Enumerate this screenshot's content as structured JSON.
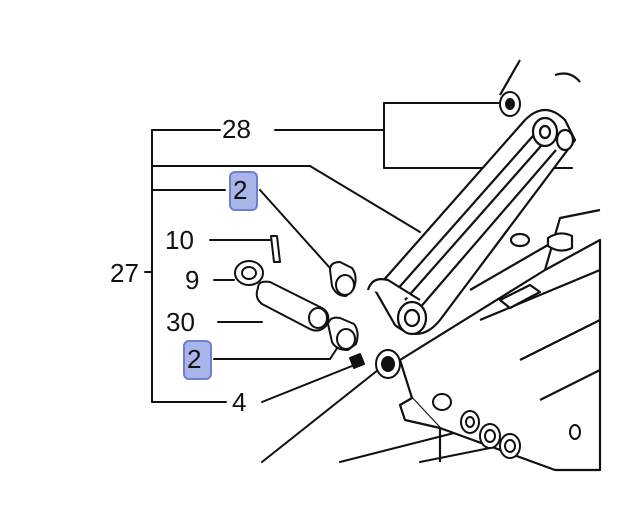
{
  "diagram": {
    "callouts": [
      {
        "id": "c28",
        "text": "28",
        "highlighted": false
      },
      {
        "id": "c2a",
        "text": "2",
        "highlighted": true
      },
      {
        "id": "c10",
        "text": "10",
        "highlighted": false
      },
      {
        "id": "c27",
        "text": "27",
        "highlighted": false
      },
      {
        "id": "c9",
        "text": "9",
        "highlighted": false
      },
      {
        "id": "c30",
        "text": "30",
        "highlighted": false
      },
      {
        "id": "c2b",
        "text": "2",
        "highlighted": true
      },
      {
        "id": "c4",
        "text": "4",
        "highlighted": false
      }
    ],
    "colors": {
      "line": "#111111",
      "highlight_fill": "#a9b4e8",
      "highlight_border": "#6f7fd0",
      "part_fill": "#ffffff"
    }
  }
}
